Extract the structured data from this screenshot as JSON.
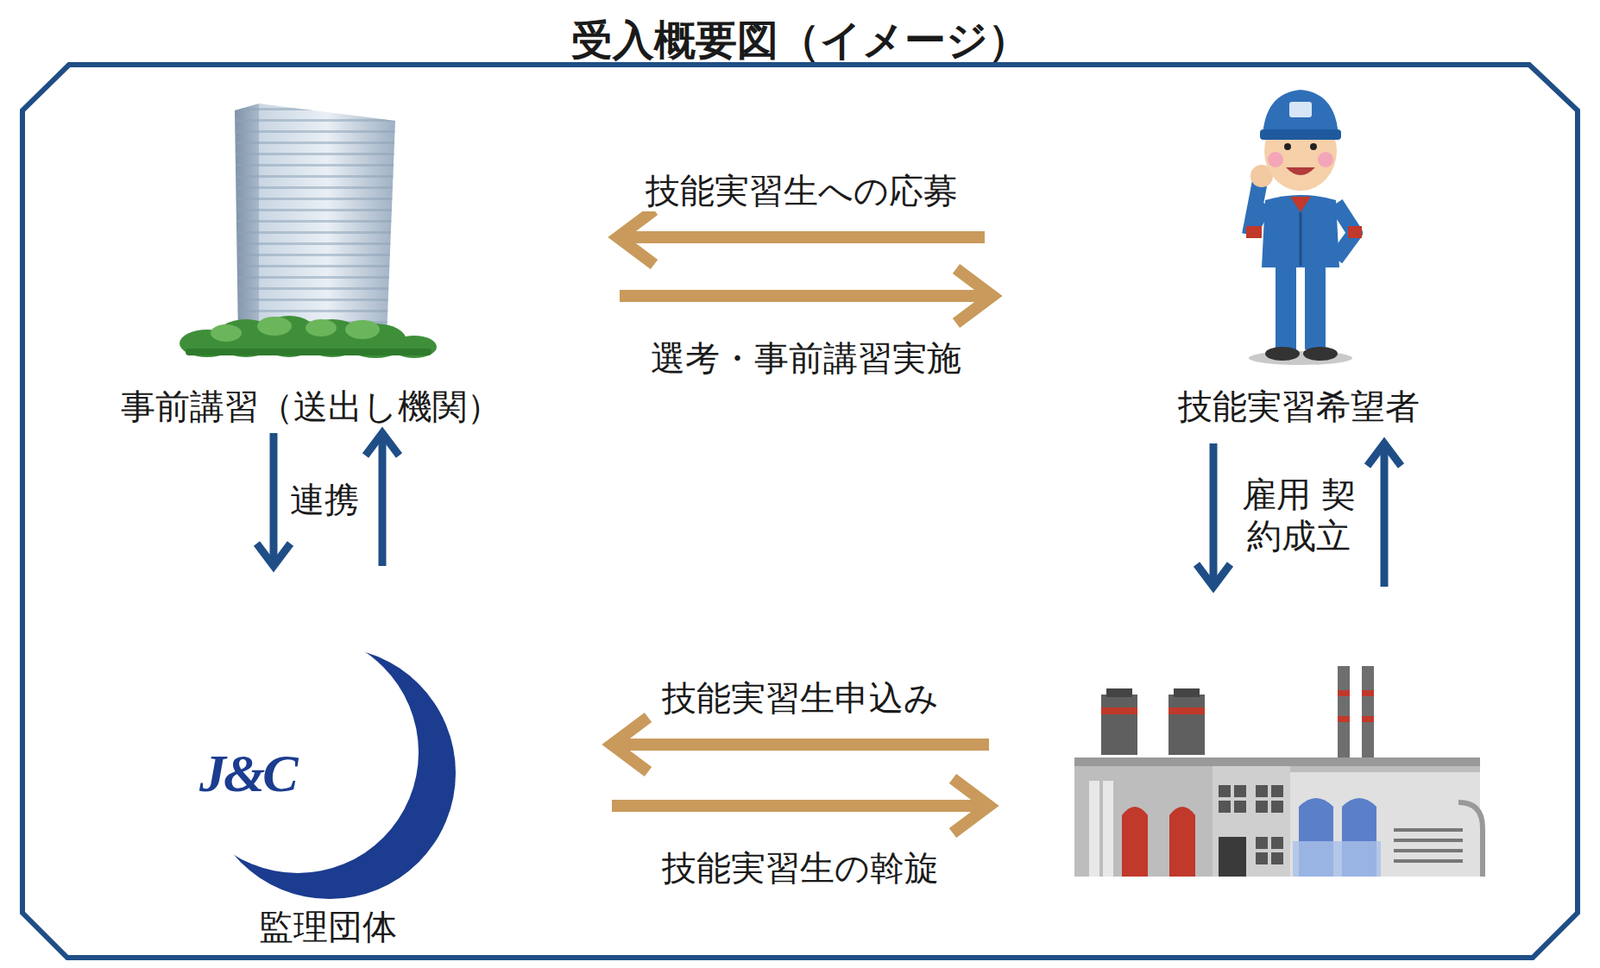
{
  "diagram": {
    "title": "受入概要図（イメージ）",
    "nodes": [
      {
        "text": [
          "事前講習（送出し機関）"
        ]
      },
      {
        "text": [
          "技能実習希望者"
        ]
      },
      {
        "text": [
          "J&C",
          "監理団体"
        ]
      },
      {
        "text": []
      }
    ],
    "edges": [
      {
        "from": 1,
        "to": 0,
        "arrow": "to",
        "label": "技能実習生への応募"
      },
      {
        "from": 0,
        "to": 1,
        "arrow": "to",
        "label": "選考・事前講習実施"
      },
      {
        "from": 0,
        "to": 2,
        "arrow": "to",
        "label": "連携"
      },
      {
        "from": 2,
        "to": 0,
        "arrow": "to"
      },
      {
        "from": 1,
        "to": 3,
        "arrow": "to",
        "label": "雇用 契約成立"
      },
      {
        "from": 3,
        "to": 1,
        "arrow": "to"
      },
      {
        "from": 3,
        "to": 2,
        "arrow": "to",
        "label": "技能実習生申込み"
      },
      {
        "from": 2,
        "to": 3,
        "arrow": "to",
        "label": "技能実習生の斡旋"
      }
    ]
  }
}
